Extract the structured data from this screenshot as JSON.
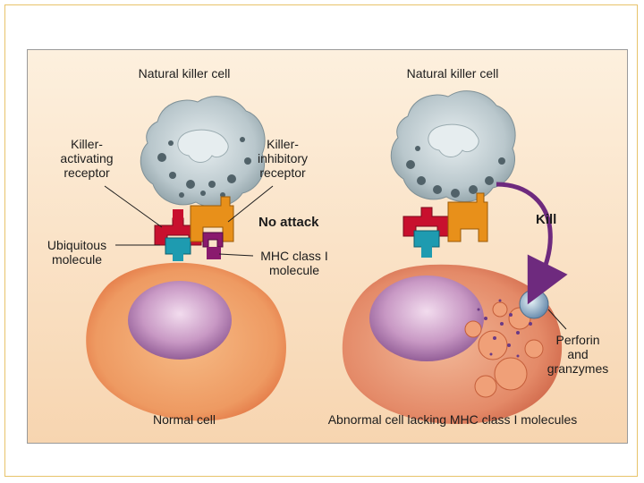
{
  "left": {
    "nk_cell_label": "Natural killer cell",
    "activating_receptor": [
      "Killer-",
      "activating",
      "receptor"
    ],
    "inhibitory_receptor": [
      "Killer-",
      "inhibitory",
      "receptor"
    ],
    "outcome": "No attack",
    "ubiquitous_molecule": [
      "Ubiquitous",
      "molecule"
    ],
    "mhc_molecule": [
      "MHC class I",
      "molecule"
    ],
    "target_label": "Normal cell"
  },
  "right": {
    "nk_cell_label": "Natural killer cell",
    "outcome": "Kill",
    "perforin": [
      "Perforin",
      "and",
      "granzymes"
    ],
    "target_label": "Abnormal cell lacking MHC class I molecules"
  },
  "colors": {
    "activating_receptor": "#c8102e",
    "inhibitory_receptor": "#e8901a",
    "ubiquitous_molecule": "#1e9bb0",
    "mhc_molecule": "#8a1a6e",
    "kill_arrow": "#6e2a7e",
    "nk_cell": "#b9c7cc",
    "target_cell": "#ee9a62",
    "nucleus": "#9d6fa0"
  }
}
